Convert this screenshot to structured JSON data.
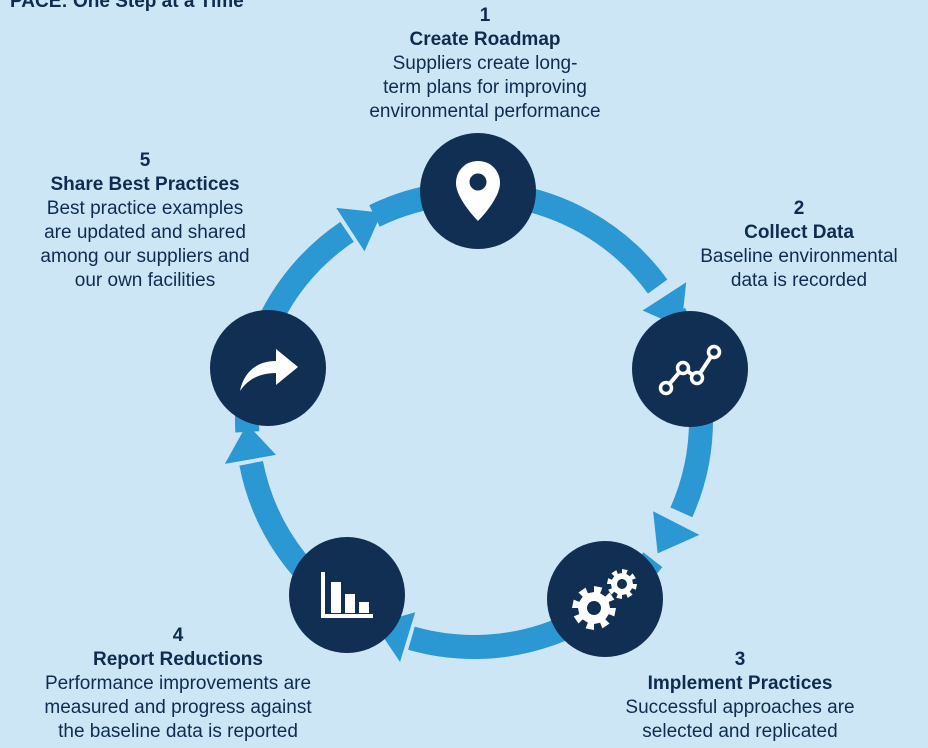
{
  "title": "PACE: One Step at a Time",
  "colors": {
    "background": "#cde6f6",
    "ring": "#2b98d4",
    "node": "#112f53",
    "text": "#0f2c4e"
  },
  "steps": [
    {
      "number": "1",
      "heading": "Create Roadmap",
      "lines": [
        "Suppliers create long-",
        "term plans for improving",
        "environmental performance"
      ],
      "icon": "location-pin-icon"
    },
    {
      "number": "2",
      "heading": "Collect Data",
      "lines": [
        "Baseline environmental",
        "data is recorded"
      ],
      "icon": "line-chart-icon"
    },
    {
      "number": "3",
      "heading": "Implement Practices",
      "lines": [
        "Successful approaches are",
        "selected and replicated"
      ],
      "icon": "gears-icon"
    },
    {
      "number": "4",
      "heading": "Report Reductions",
      "lines": [
        "Performance improvements are",
        "measured and progress against",
        "the baseline data is reported"
      ],
      "icon": "bar-chart-icon"
    },
    {
      "number": "5",
      "heading": "Share Best Practices",
      "lines": [
        "Best practice examples",
        "are updated and shared",
        "among our suppliers and",
        "our own facilities"
      ],
      "icon": "share-arrow-icon"
    }
  ]
}
